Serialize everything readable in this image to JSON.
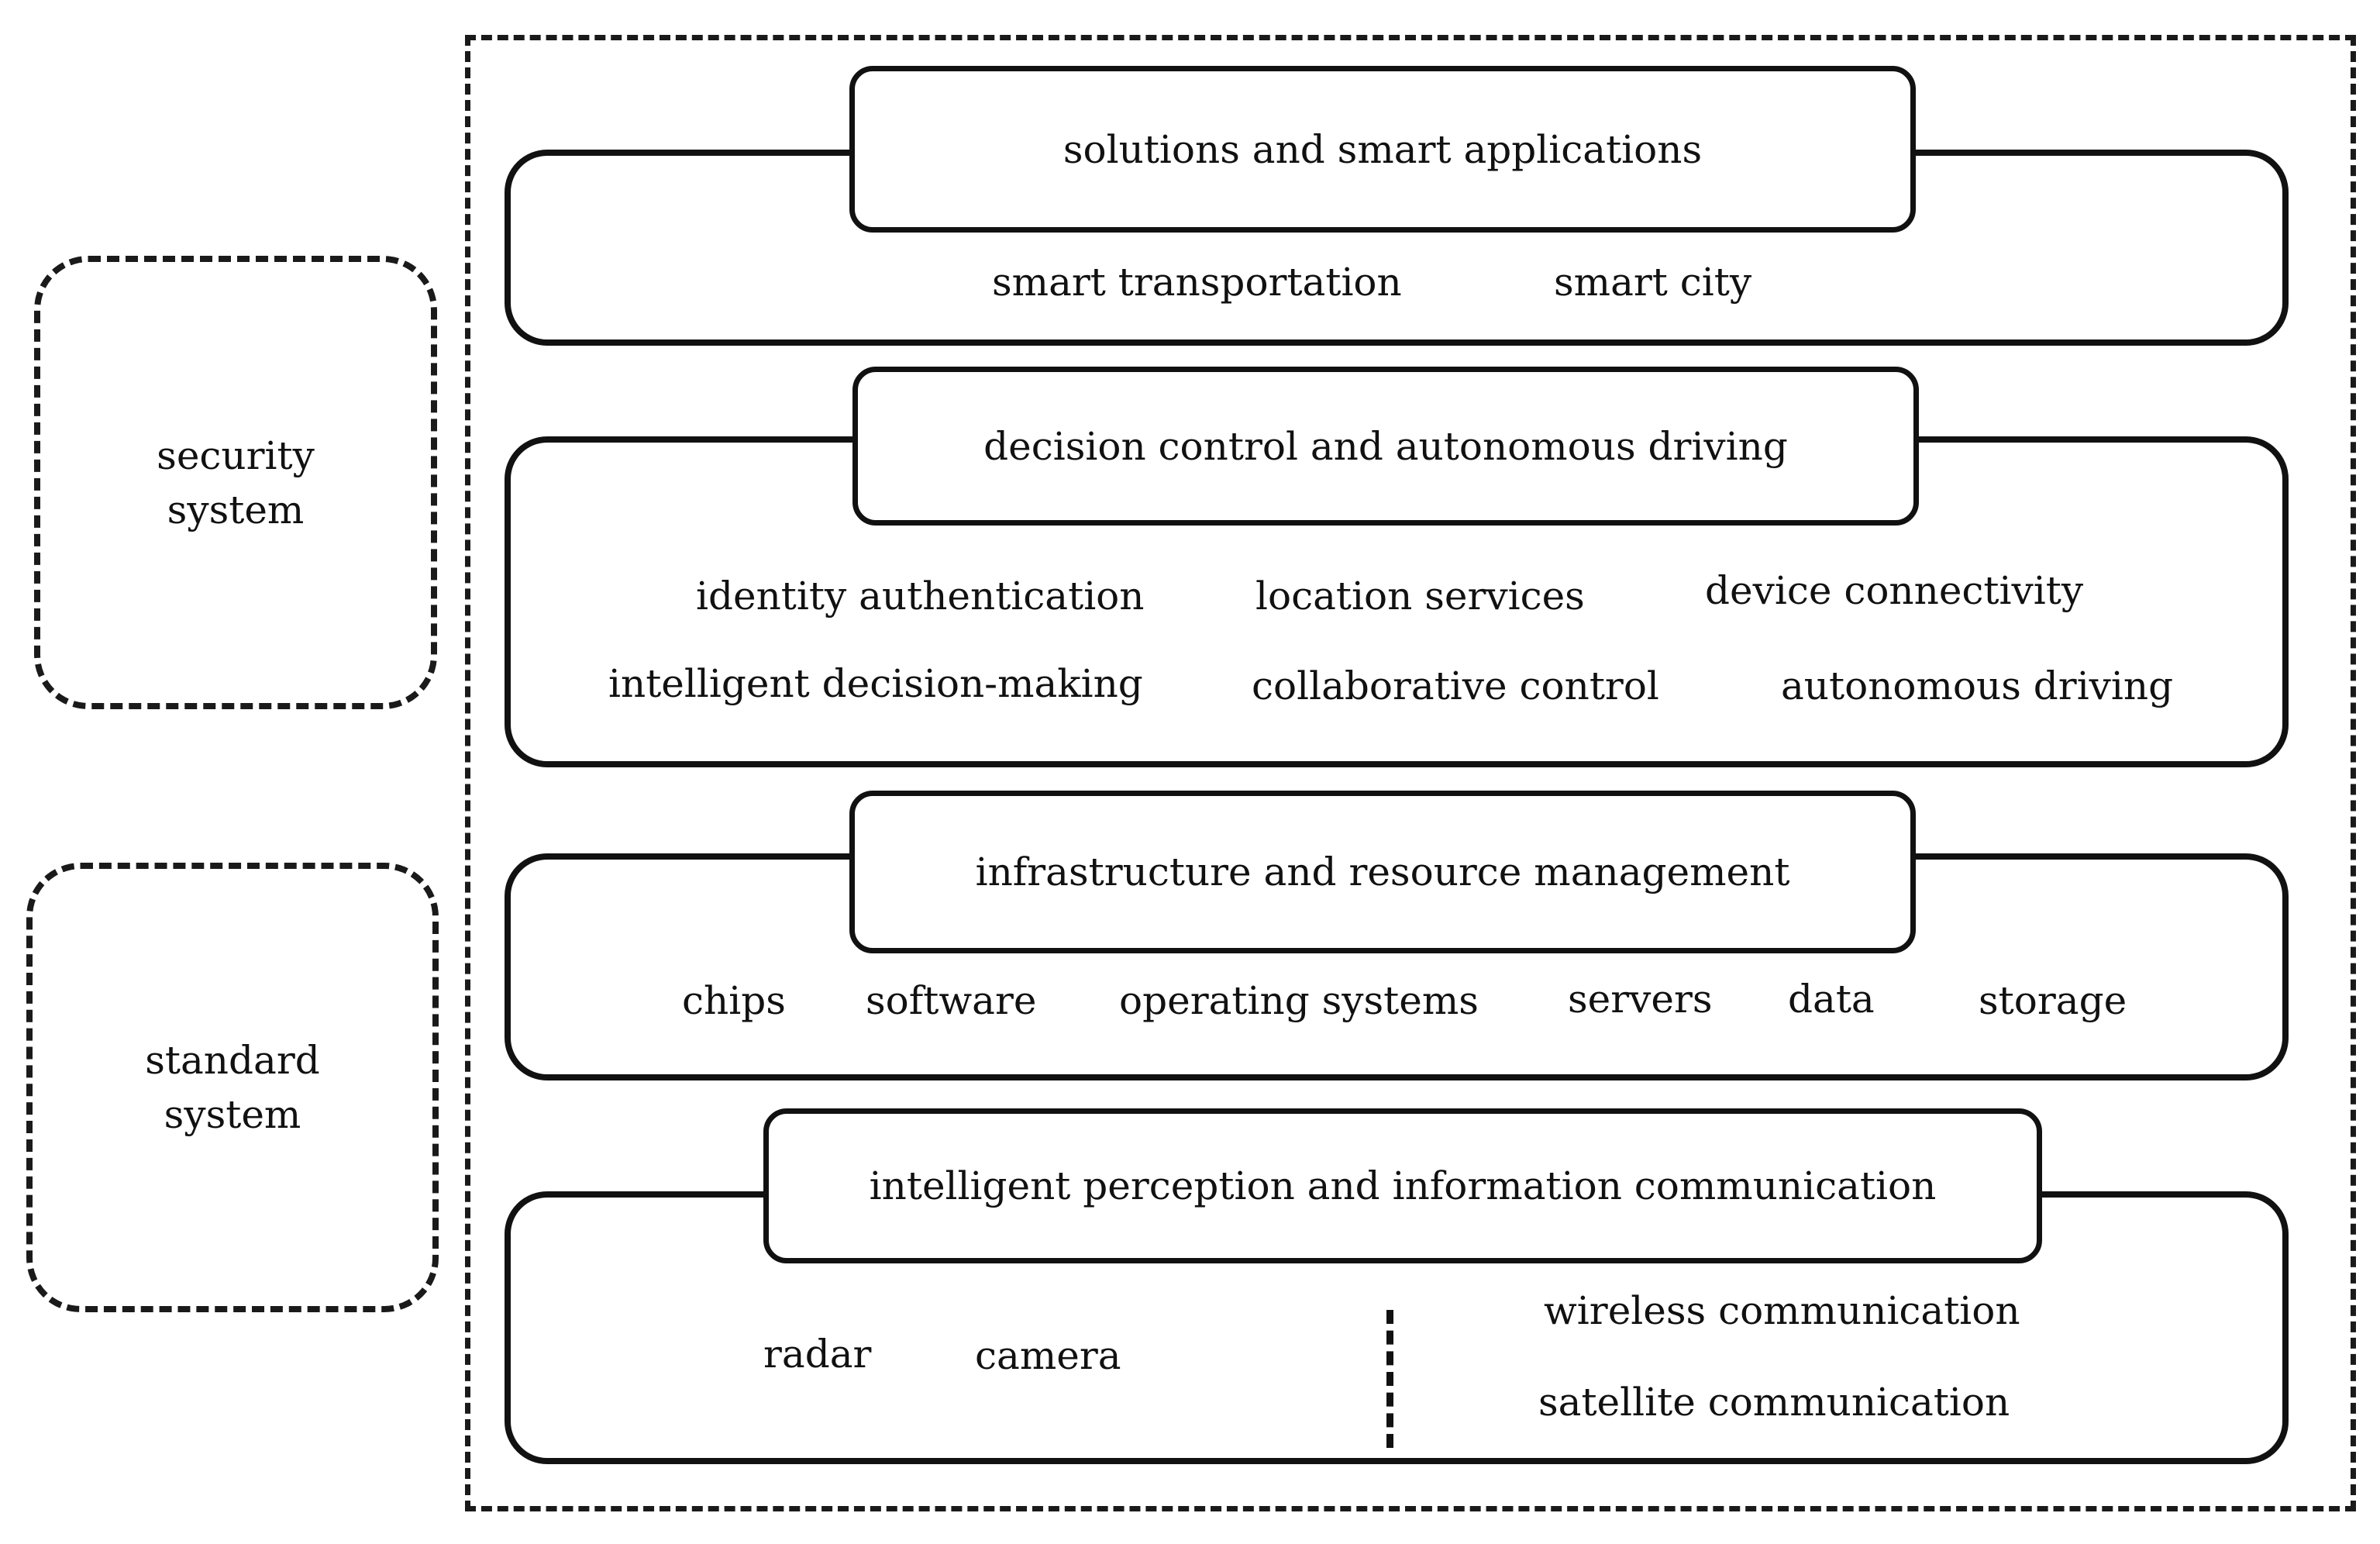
{
  "side_systems": [
    {
      "label": "security\nsystem"
    },
    {
      "label": "standard\nsystem"
    }
  ],
  "layers": [
    {
      "title": "solutions and smart applications",
      "items": [
        "smart transportation",
        "smart city"
      ]
    },
    {
      "title": "decision control and autonomous driving",
      "items": [
        "identity authentication",
        "location services",
        "device connectivity",
        "intelligent decision-making",
        "collaborative control",
        "autonomous driving"
      ]
    },
    {
      "title": "infrastructure and resource management",
      "items": [
        "chips",
        "software",
        "operating systems",
        "servers",
        "data",
        "storage"
      ]
    },
    {
      "title": "intelligent perception and information communication",
      "items": [
        "radar",
        "camera",
        "wireless communication",
        "satellite communication"
      ]
    }
  ]
}
